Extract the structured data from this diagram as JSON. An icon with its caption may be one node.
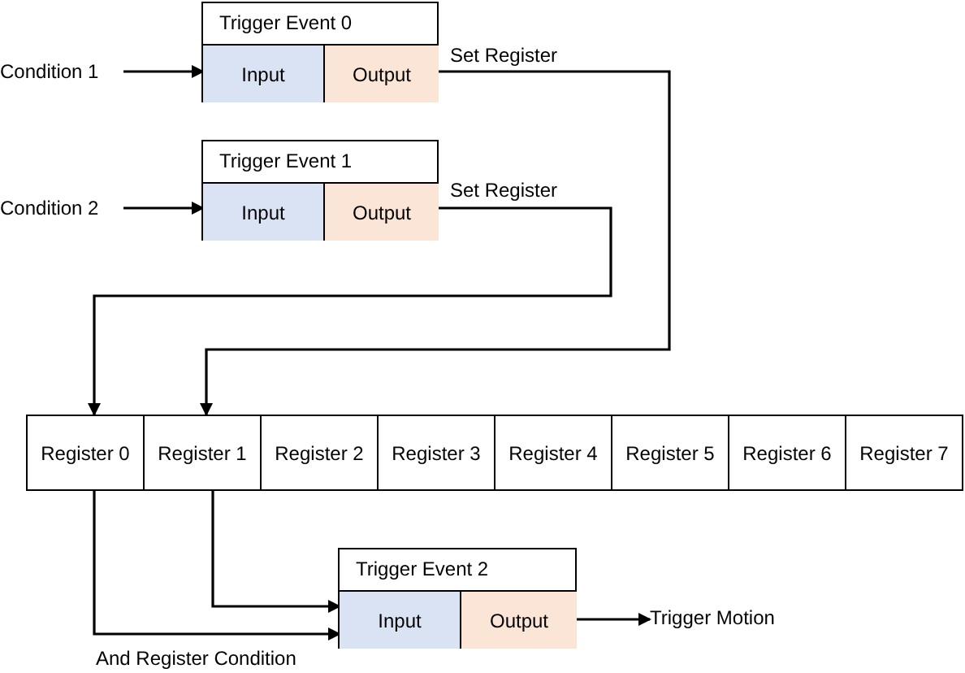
{
  "diagram": {
    "nodes": [
      {
        "text": [
          "Condition 1"
        ]
      },
      {
        "text": [
          "Trigger Event 0"
        ]
      },
      {
        "text": [
          "Input"
        ],
        "in": 1
      },
      {
        "text": [
          "Output"
        ],
        "in": 1
      },
      {
        "text": [
          "Condition 2"
        ]
      },
      {
        "text": [
          "Trigger Event 1"
        ]
      },
      {
        "text": [
          "Input"
        ],
        "in": 5
      },
      {
        "text": [
          "Output"
        ],
        "in": 5
      },
      {
        "text": [
          "Register 0"
        ]
      },
      {
        "text": [
          "Register 1"
        ]
      },
      {
        "text": [
          "Register 2"
        ]
      },
      {
        "text": [
          "Register 3"
        ]
      },
      {
        "text": [
          "Register 4"
        ]
      },
      {
        "text": [
          "Register 5"
        ]
      },
      {
        "text": [
          "Register 6"
        ]
      },
      {
        "text": [
          "Register 7"
        ]
      },
      {
        "text": [
          "Trigger Event 2"
        ]
      },
      {
        "text": [
          "Input"
        ],
        "in": 16
      },
      {
        "text": [
          "Output"
        ],
        "in": 16
      },
      {
        "text": [
          "Trigger Motion"
        ]
      }
    ],
    "edges": [
      {
        "from": 0,
        "to": 2,
        "arrow": "to"
      },
      {
        "from": 3,
        "to": 9,
        "arrow": "to",
        "label": "Set Register"
      },
      {
        "from": 4,
        "to": 6,
        "arrow": "to"
      },
      {
        "from": 7,
        "to": 8,
        "arrow": "to",
        "label": "Set Register"
      },
      {
        "from": 8,
        "to": 17,
        "arrow": "to",
        "label": "And Register Condition"
      },
      {
        "from": 9,
        "to": 17,
        "arrow": "to"
      },
      {
        "from": 18,
        "to": 19,
        "arrow": "to"
      }
    ]
  }
}
